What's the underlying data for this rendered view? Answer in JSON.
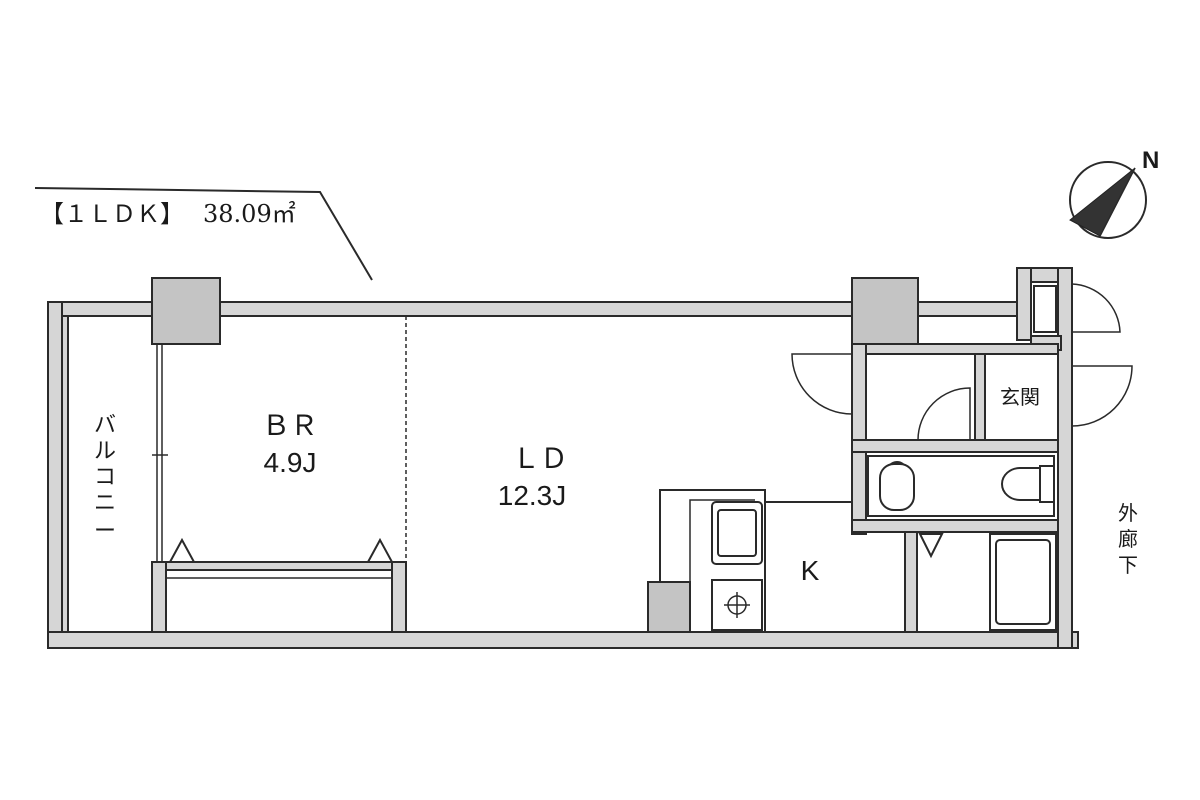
{
  "plan": {
    "layout_label": "【１ＬＤＫ】",
    "area": "38.09㎡",
    "compass_label": "N",
    "rooms": {
      "bedroom_name": "ＢＲ",
      "bedroom_size": "4.9J",
      "living_name": "ＬＤ",
      "living_size": "12.3J",
      "kitchen_name": "K",
      "entrance_name": "玄関",
      "balcony_name": [
        "バ",
        "ル",
        "コ",
        "ニ",
        "ー"
      ],
      "corridor_name": [
        "外",
        "廊",
        "下"
      ]
    },
    "colors": {
      "wall_fill": "#d6d6d6",
      "line": "#2a2a2a",
      "compass_needle": "#333333"
    }
  }
}
